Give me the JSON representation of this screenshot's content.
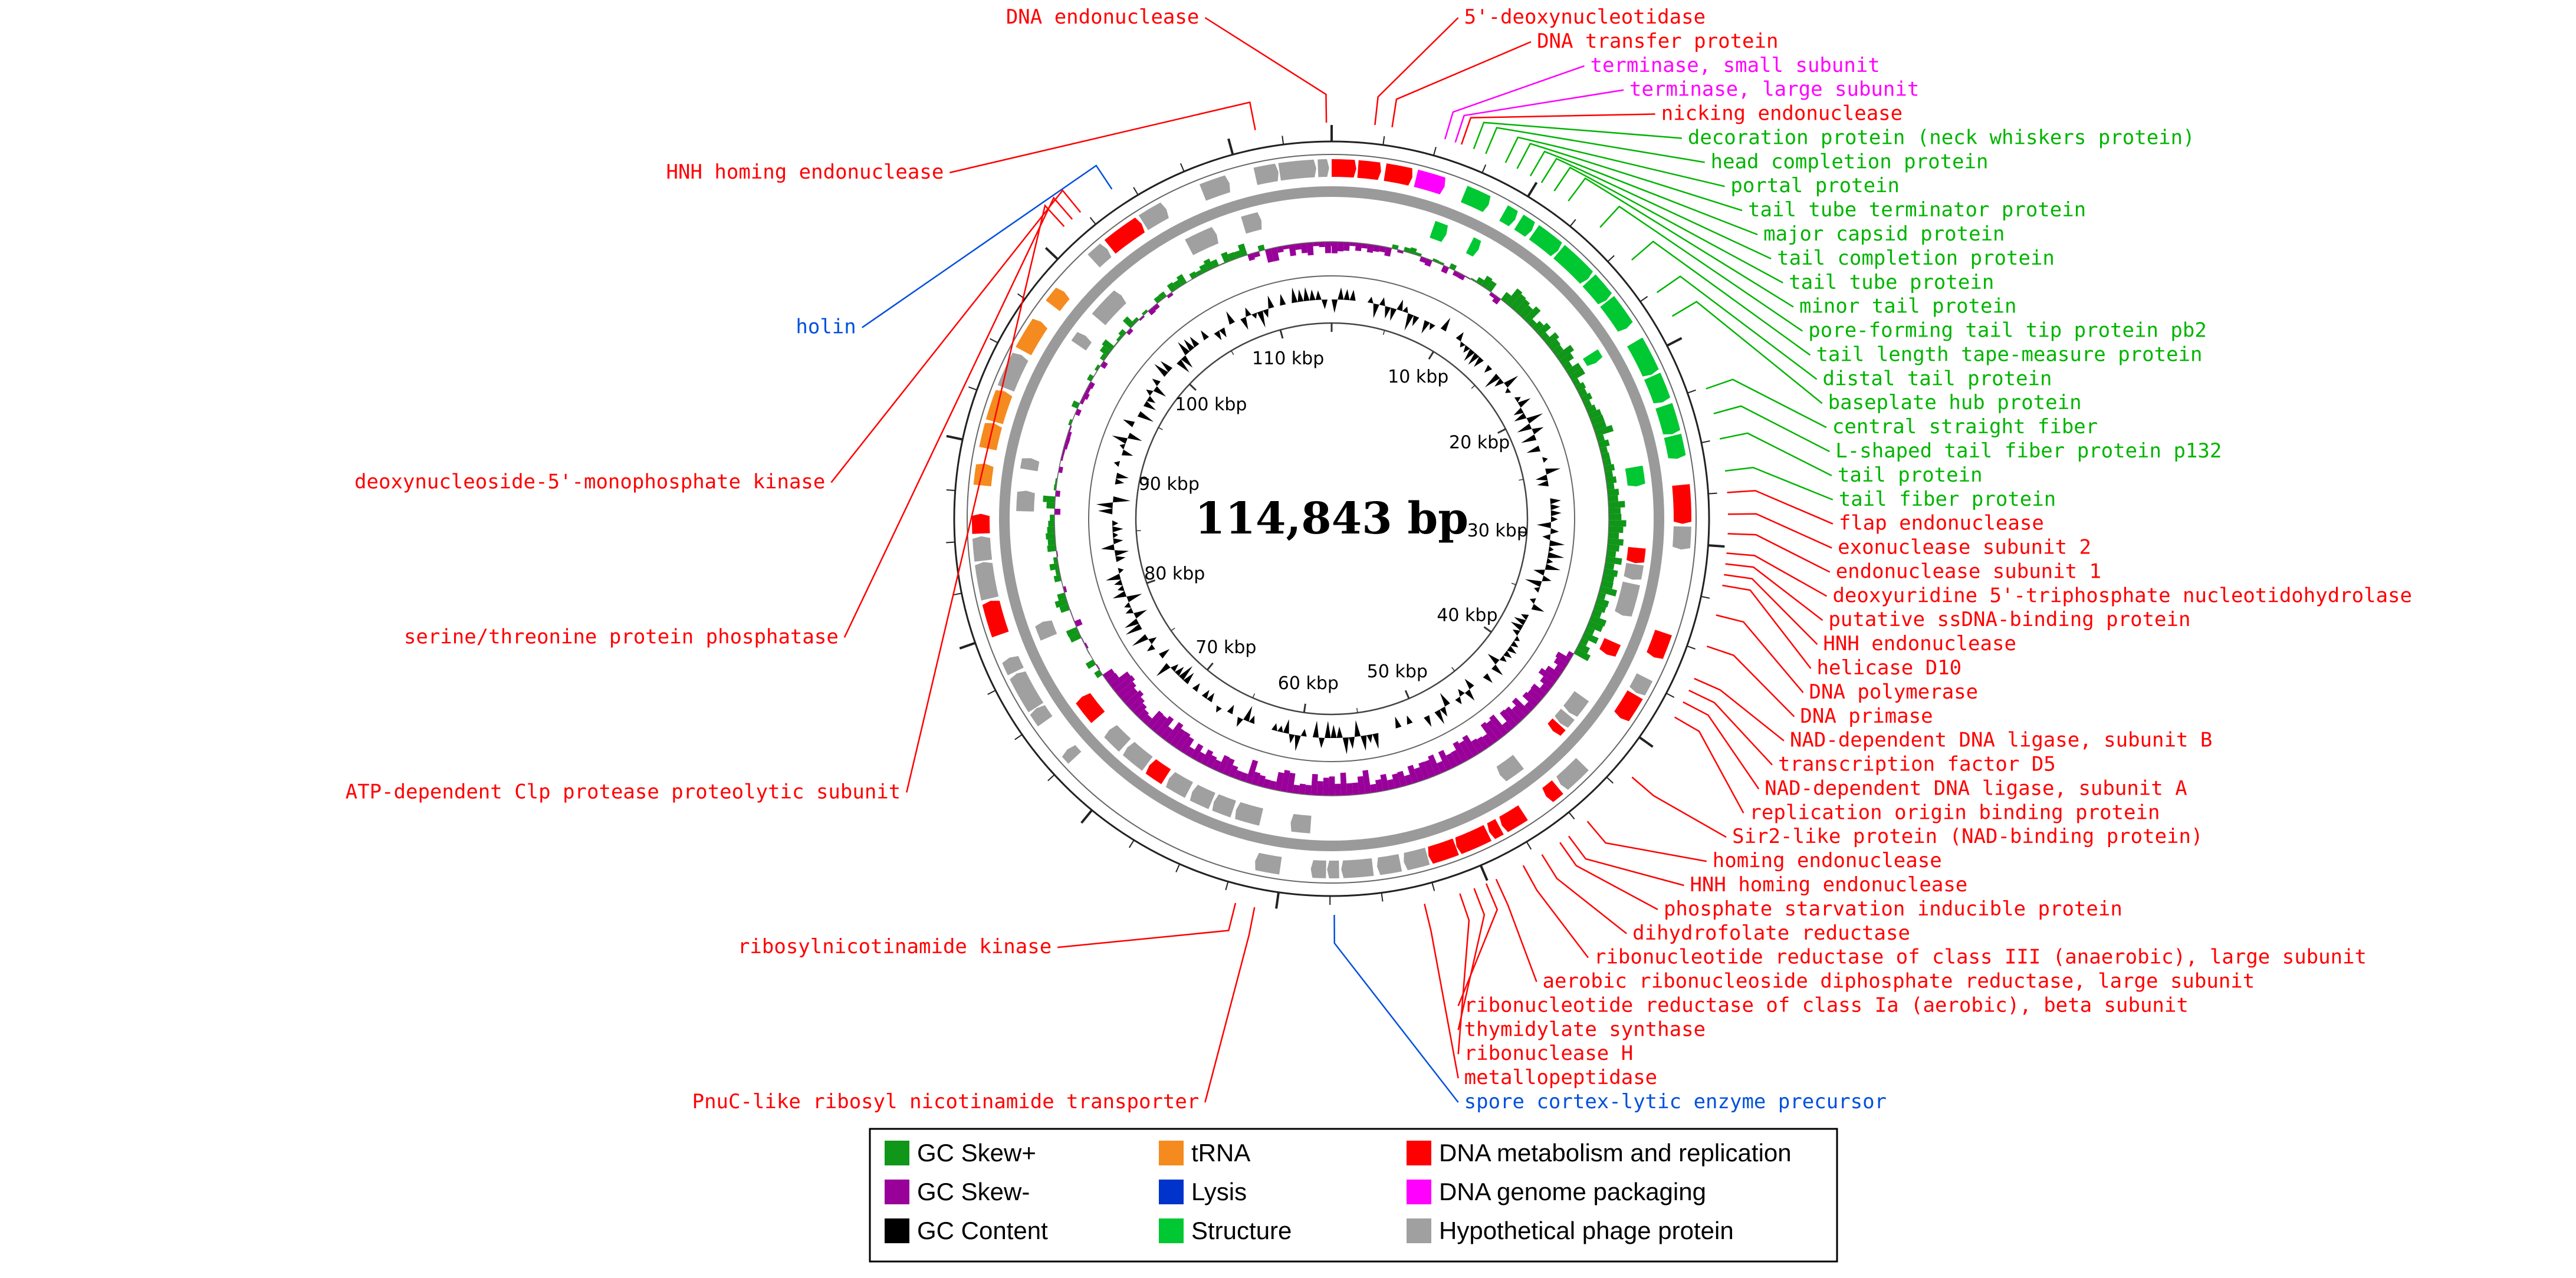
{
  "genome_length_bp": 114843,
  "center_label": "114,843 bp",
  "scale_labels": [
    {
      "text": "10 kbp",
      "pos": 10000
    },
    {
      "text": "20 kbp",
      "pos": 20000
    },
    {
      "text": "30 kbp",
      "pos": 30000
    },
    {
      "text": "40 kbp",
      "pos": 40000
    },
    {
      "text": "50 kbp",
      "pos": 50000
    },
    {
      "text": "60 kbp",
      "pos": 60000
    },
    {
      "text": "70 kbp",
      "pos": 70000
    },
    {
      "text": "80 kbp",
      "pos": 80000
    },
    {
      "text": "90 kbp",
      "pos": 90000
    },
    {
      "text": "100 kbp",
      "pos": 100000
    },
    {
      "text": "110 kbp",
      "pos": 110000
    }
  ],
  "colors": {
    "gc_skew_plus": "#109618",
    "gc_skew_minus": "#990099",
    "gc_content": "#000000",
    "trna": "#f58a1f",
    "lysis": "#0033cc",
    "structure": "#00c832",
    "dna_metabolism": "#ff0000",
    "dna_packaging": "#ff00ff",
    "hypothetical": "#a0a0a0",
    "label_red": "#ff0000",
    "label_green": "#00b400",
    "label_magenta": "#ff00ff",
    "label_blue": "#0050dc"
  },
  "legend": [
    {
      "key": "gc_skew_plus",
      "text": "GC Skew+"
    },
    {
      "key": "gc_skew_minus",
      "text": "GC Skew-"
    },
    {
      "key": "gc_content",
      "text": "GC Content"
    },
    {
      "key": "trna",
      "text": "tRNA"
    },
    {
      "key": "lysis",
      "text": "Lysis"
    },
    {
      "key": "structure",
      "text": "Structure"
    },
    {
      "key": "dna_metabolism",
      "text": "DNA metabolism and replication"
    },
    {
      "key": "dna_packaging",
      "text": "DNA genome packaging"
    },
    {
      "key": "hypothetical",
      "text": "Hypothetical phage protein"
    }
  ],
  "gene_labels": [
    {
      "text": "HNH homing endonuclease",
      "cat": "dna_metabolism",
      "pos": 111300
    },
    {
      "text": "DNA endonuclease",
      "cat": "dna_metabolism",
      "pos": 114600
    },
    {
      "text": "5'-deoxynucleotidase",
      "cat": "dna_metabolism",
      "pos": 2000
    },
    {
      "text": "terminase, small subunit",
      "cat": "dna_packaging",
      "pos": 5300
    },
    {
      "text": "DNA transfer protein",
      "cat": "dna_metabolism",
      "pos": 2800
    },
    {
      "text": "head completion protein",
      "cat": "structure",
      "pos": 7300
    },
    {
      "text": "decoration protein (neck whiskers protein)",
      "cat": "structure",
      "pos": 6700
    },
    {
      "text": "nicking endonuclease",
      "cat": "dna_metabolism",
      "pos": 6100
    },
    {
      "text": "terminase, large subunit",
      "cat": "dna_packaging",
      "pos": 5800
    },
    {
      "text": "portal protein",
      "cat": "structure",
      "pos": 8300
    },
    {
      "text": "tail tube terminator protein",
      "cat": "structure",
      "pos": 8900
    },
    {
      "text": "major capsid protein",
      "cat": "structure",
      "pos": 9600
    },
    {
      "text": "tail completion protein",
      "cat": "structure",
      "pos": 10200
    },
    {
      "text": "tail tube protein",
      "cat": "structure",
      "pos": 10900
    },
    {
      "text": "minor tail protein",
      "cat": "structure",
      "pos": 11700
    },
    {
      "text": "pore-forming tail tip protein pb2",
      "cat": "structure",
      "pos": 13600
    },
    {
      "text": "tail length tape-measure protein",
      "cat": "structure",
      "pos": 15700
    },
    {
      "text": "distal tail protein",
      "cat": "structure",
      "pos": 17600
    },
    {
      "text": "baseplate hub protein",
      "cat": "structure",
      "pos": 18900
    },
    {
      "text": "central straight fiber",
      "cat": "structure",
      "pos": 22600
    },
    {
      "text": "L-shaped tail fiber protein p132",
      "cat": "structure",
      "pos": 23800
    },
    {
      "text": "tail protein",
      "cat": "structure",
      "pos": 25000
    },
    {
      "text": "tail fiber protein",
      "cat": "structure",
      "pos": 26500
    },
    {
      "text": "flap endonuclease",
      "cat": "dna_metabolism",
      "pos": 27500
    },
    {
      "text": "exonuclease subunit 2",
      "cat": "dna_metabolism",
      "pos": 28500
    },
    {
      "text": "endonuclease subunit 1",
      "cat": "dna_metabolism",
      "pos": 29400
    },
    {
      "text": "deoxyuridine 5'-triphosphate nucleotidohydrolase",
      "cat": "dna_metabolism",
      "pos": 30300
    },
    {
      "text": "helicase D10",
      "cat": "dna_metabolism",
      "pos": 31800
    },
    {
      "text": "DNA polymerase",
      "cat": "dna_metabolism",
      "pos": 33200
    },
    {
      "text": "putative ssDNA-binding protein",
      "cat": "dna_metabolism",
      "pos": 30800
    },
    {
      "text": "HNH endonuclease",
      "cat": "dna_metabolism",
      "pos": 31300
    },
    {
      "text": "DNA primase",
      "cat": "dna_metabolism",
      "pos": 34700
    },
    {
      "text": "NAD-dependent DNA ligase, subunit B",
      "cat": "dna_metabolism",
      "pos": 36300
    },
    {
      "text": "transcription factor D5",
      "cat": "dna_metabolism",
      "pos": 36900
    },
    {
      "text": "NAD-dependent DNA ligase, subunit A",
      "cat": "dna_metabolism",
      "pos": 37500
    },
    {
      "text": "replication origin binding protein",
      "cat": "dna_metabolism",
      "pos": 38300
    },
    {
      "text": "Sir2-like protein (NAD-binding protein)",
      "cat": "dna_metabolism",
      "pos": 41700
    },
    {
      "text": "homing endonuclease",
      "cat": "dna_metabolism",
      "pos": 44600
    },
    {
      "text": "HNH homing endonuclease",
      "cat": "dna_metabolism",
      "pos": 45700
    },
    {
      "text": "phosphate starvation inducible protein",
      "cat": "dna_metabolism",
      "pos": 46200
    },
    {
      "text": "dihydrofolate reductase",
      "cat": "dna_metabolism",
      "pos": 47200
    },
    {
      "text": "ribonucleotide reductase of class III (anaerobic), large subunit",
      "cat": "dna_metabolism",
      "pos": 48200
    },
    {
      "text": "aerobic ribonucleoside diphosphate reductase, large subunit",
      "cat": "dna_metabolism",
      "pos": 49600
    },
    {
      "text": "ribonucleotide reductase of class Ia (aerobic), beta subunit",
      "cat": "dna_metabolism",
      "pos": 50100
    },
    {
      "text": "thymidylate synthase",
      "cat": "dna_metabolism",
      "pos": 50700
    },
    {
      "text": "ribonuclease H",
      "cat": "dna_metabolism",
      "pos": 51400
    },
    {
      "text": "metallopeptidase",
      "cat": "dna_metabolism",
      "pos": 53100
    },
    {
      "text": "spore cortex-lytic enzyme precursor",
      "cat": "lysis",
      "pos": 57300
    },
    {
      "text": "PnuC-like ribosyl nicotinamide transporter",
      "cat": "dna_metabolism",
      "pos": 61000
    },
    {
      "text": "ribosylnicotinamide kinase",
      "cat": "dna_metabolism",
      "pos": 61900
    },
    {
      "text": "deoxynucleoside-5'-monophosphate kinase",
      "cat": "dna_metabolism",
      "pos": 102300
    },
    {
      "text": "holin",
      "cat": "lysis",
      "pos": 104100
    },
    {
      "text": "serine/threonine protein phosphatase",
      "cat": "dna_metabolism",
      "pos": 101800
    },
    {
      "text": "ATP-dependent Clp protease proteolytic subunit",
      "cat": "dna_metabolism",
      "pos": 101300
    }
  ]
}
